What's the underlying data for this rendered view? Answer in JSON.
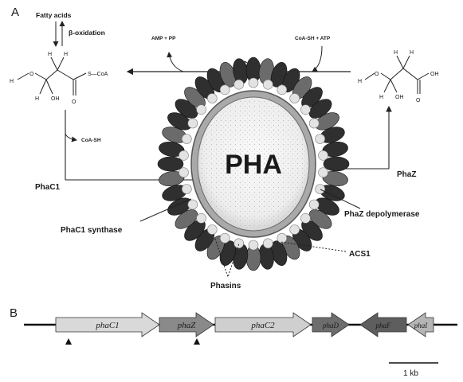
{
  "panels": {
    "a": "A",
    "b": "B"
  },
  "top": {
    "fatty_acids": "Fatty acids",
    "beta_oxidation": "β-oxidation",
    "amp_pp": "AMP + PP",
    "coa_atp": "CoA-SH + ATP",
    "acs1_enzyme": "ACS1",
    "coa_sh": "CoA-SH"
  },
  "molecule_left": {
    "h": "H",
    "o": "O",
    "oh": "OH",
    "s_coa": "S—CoA"
  },
  "molecule_right": {
    "h": "H",
    "o": "O",
    "oh": "OH"
  },
  "granule": {
    "center": "PHA",
    "phac1": "PhaC1",
    "phaz": "PhaZ",
    "phac1_synthase": "PhaC1 synthase",
    "phaz_depolymerase": "PhaZ depolymerase",
    "acs1": "ACS1",
    "phasins": "Phasins"
  },
  "genes": [
    {
      "label": "phaC1",
      "direction": "right",
      "shade": "#d9d9d9"
    },
    {
      "label": "phaZ",
      "direction": "right",
      "shade": "#8a8a8a"
    },
    {
      "label": "phaC2",
      "direction": "right",
      "shade": "#cfcfcf"
    },
    {
      "label": "phaD",
      "direction": "right",
      "shade": "#6d6d6d"
    },
    {
      "label": "phaF",
      "direction": "left",
      "shade": "#5e5e5e"
    },
    {
      "label": "phaI",
      "direction": "left",
      "shade": "#b5b5b5"
    }
  ],
  "scale_bar": "1 kb"
}
